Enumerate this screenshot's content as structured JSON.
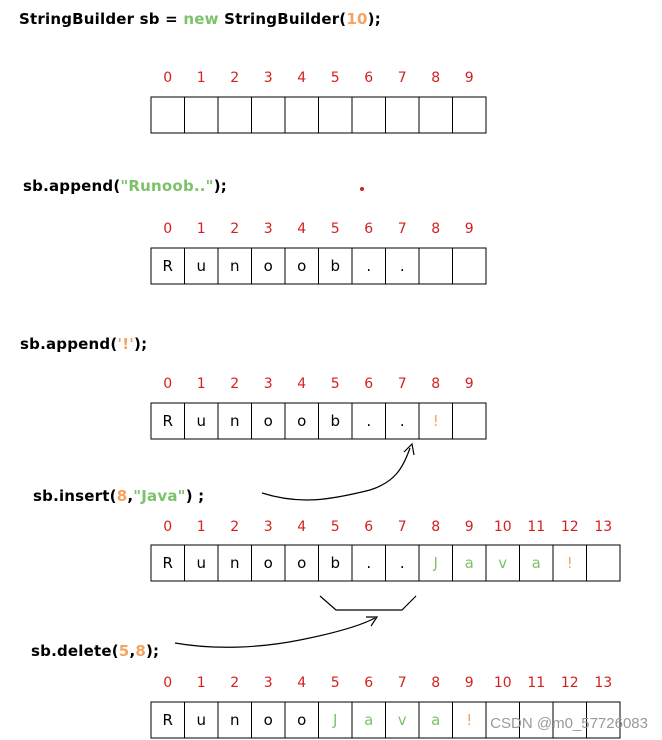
{
  "statements": [
    {
      "parts": [
        {
          "text": "StringBuilder sb = ",
          "color": "black"
        },
        {
          "text": "new",
          "color": "green"
        },
        {
          "text": " StringBuilder(",
          "color": "black"
        },
        {
          "text": "10",
          "color": "orange"
        },
        {
          "text": ");",
          "color": "black"
        }
      ]
    },
    {
      "parts": [
        {
          "text": "sb.append(",
          "color": "black"
        },
        {
          "text": "\"Runoob..\"",
          "color": "green"
        },
        {
          "text": ");",
          "color": "black"
        }
      ]
    },
    {
      "parts": [
        {
          "text": "sb.append(",
          "color": "black"
        },
        {
          "text": "'!'",
          "color": "orange"
        },
        {
          "text": ");",
          "color": "black"
        }
      ]
    },
    {
      "parts": [
        {
          "text": "sb.insert(",
          "color": "black"
        },
        {
          "text": "8",
          "color": "orange"
        },
        {
          "text": ",",
          "color": "black"
        },
        {
          "text": "\"Java\"",
          "color": "green"
        },
        {
          "text": ") ;",
          "color": "black"
        }
      ]
    },
    {
      "parts": [
        {
          "text": "sb.delete(",
          "color": "black"
        },
        {
          "text": "5",
          "color": "orange"
        },
        {
          "text": ",",
          "color": "black"
        },
        {
          "text": "8",
          "color": "orange"
        },
        {
          "text": ");",
          "color": "black"
        }
      ]
    }
  ],
  "arrays": [
    {
      "indices": [
        "0",
        "1",
        "2",
        "3",
        "4",
        "5",
        "6",
        "7",
        "8",
        "9"
      ],
      "cells": [
        {
          "text": "",
          "color": "black"
        },
        {
          "text": "",
          "color": "black"
        },
        {
          "text": "",
          "color": "black"
        },
        {
          "text": "",
          "color": "black"
        },
        {
          "text": "",
          "color": "black"
        },
        {
          "text": "",
          "color": "black"
        },
        {
          "text": "",
          "color": "black"
        },
        {
          "text": "",
          "color": "black"
        },
        {
          "text": "",
          "color": "black"
        },
        {
          "text": "",
          "color": "black"
        }
      ]
    },
    {
      "indices": [
        "0",
        "1",
        "2",
        "3",
        "4",
        "5",
        "6",
        "7",
        "8",
        "9"
      ],
      "cells": [
        {
          "text": "R",
          "color": "black"
        },
        {
          "text": "u",
          "color": "black"
        },
        {
          "text": "n",
          "color": "black"
        },
        {
          "text": "o",
          "color": "black"
        },
        {
          "text": "o",
          "color": "black"
        },
        {
          "text": "b",
          "color": "black"
        },
        {
          "text": ".",
          "color": "black"
        },
        {
          "text": ".",
          "color": "black"
        },
        {
          "text": "",
          "color": "black"
        },
        {
          "text": "",
          "color": "black"
        }
      ]
    },
    {
      "indices": [
        "0",
        "1",
        "2",
        "3",
        "4",
        "5",
        "6",
        "7",
        "8",
        "9"
      ],
      "cells": [
        {
          "text": "R",
          "color": "black"
        },
        {
          "text": "u",
          "color": "black"
        },
        {
          "text": "n",
          "color": "black"
        },
        {
          "text": "o",
          "color": "black"
        },
        {
          "text": "o",
          "color": "black"
        },
        {
          "text": "b",
          "color": "black"
        },
        {
          "text": ".",
          "color": "black"
        },
        {
          "text": ".",
          "color": "black"
        },
        {
          "text": "!",
          "color": "orange"
        },
        {
          "text": "",
          "color": "black"
        }
      ]
    },
    {
      "indices": [
        "0",
        "1",
        "2",
        "3",
        "4",
        "5",
        "6",
        "7",
        "8",
        "9",
        "10",
        "11",
        "12",
        "13"
      ],
      "cells": [
        {
          "text": "R",
          "color": "black"
        },
        {
          "text": "u",
          "color": "black"
        },
        {
          "text": "n",
          "color": "black"
        },
        {
          "text": "o",
          "color": "black"
        },
        {
          "text": "o",
          "color": "black"
        },
        {
          "text": "b",
          "color": "black"
        },
        {
          "text": ".",
          "color": "black"
        },
        {
          "text": ".",
          "color": "black"
        },
        {
          "text": "J",
          "color": "green"
        },
        {
          "text": "a",
          "color": "green"
        },
        {
          "text": "v",
          "color": "green"
        },
        {
          "text": "a",
          "color": "green"
        },
        {
          "text": "!",
          "color": "orange"
        },
        {
          "text": "",
          "color": "black"
        }
      ]
    },
    {
      "indices": [
        "0",
        "1",
        "2",
        "3",
        "4",
        "5",
        "6",
        "7",
        "8",
        "9",
        "10",
        "11",
        "12",
        "13"
      ],
      "cells": [
        {
          "text": "R",
          "color": "black"
        },
        {
          "text": "u",
          "color": "black"
        },
        {
          "text": "n",
          "color": "black"
        },
        {
          "text": "o",
          "color": "black"
        },
        {
          "text": "o",
          "color": "black"
        },
        {
          "text": "J",
          "color": "green"
        },
        {
          "text": "a",
          "color": "green"
        },
        {
          "text": "v",
          "color": "green"
        },
        {
          "text": "a",
          "color": "green"
        },
        {
          "text": "!",
          "color": "orange"
        },
        {
          "text": "",
          "color": "black"
        },
        {
          "text": "",
          "color": "black"
        },
        {
          "text": "",
          "color": "black"
        },
        {
          "text": "",
          "color": "black"
        }
      ]
    }
  ],
  "colors": {
    "black": "#000000",
    "green": "#7cc26b",
    "orange": "#f4a460",
    "index": "#d42020",
    "grid": "#000000"
  },
  "watermark": "CSDN @m0_57726083"
}
